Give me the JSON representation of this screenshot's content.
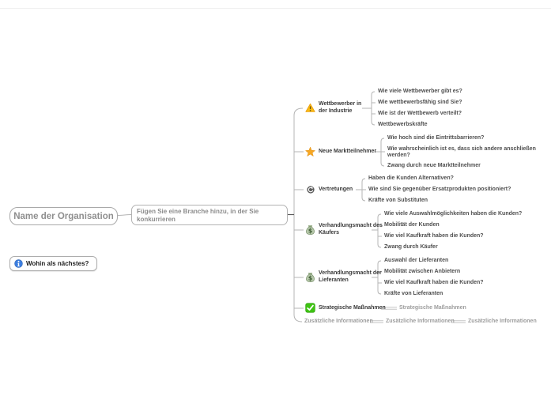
{
  "root_node": {
    "label": "Name der Organisation"
  },
  "industry_node": {
    "label": "Fügen Sie eine Branche hinzu, in der Sie konkurrieren"
  },
  "help": {
    "label": "Wohin als nächstes?",
    "icon": "info-icon"
  },
  "branches": [
    {
      "icon": "warning-icon",
      "label": "Wettbewerber in der Industrie",
      "children": [
        "Wie viele Wettbewerber gibt es?",
        "Wie wettbewerbsfähig sind Sie?",
        "Wie ist der Wettbewerb verteilt?",
        "Wettbewerbskräfte"
      ]
    },
    {
      "icon": "star-icon",
      "label": "Neue Marktteilnehmer",
      "children": [
        "Wie hoch sind die Eintrittsbarrieren?",
        "Wie wahrscheinlich ist es, dass sich andere anschließen werden?",
        "Zwang durch neue Marktteilnehmer"
      ]
    },
    {
      "icon": "substitutes-cycle-icon",
      "label": "Vertretungen",
      "children": [
        "Haben die Kunden Alternativen?",
        "Wie sind Sie gegenüber Ersatzprodukten positioniert?",
        "Kräfte von Substituten"
      ]
    },
    {
      "icon": "money-bag-icon",
      "label": "Verhandlungsmacht des Käufers",
      "children": [
        "Wie viele Auswahlmöglichkeiten haben die Kunden?",
        "Mobilität der Kunden",
        "Wie viel Kaufkraft haben die Kunden?",
        "Zwang durch Käufer"
      ]
    },
    {
      "icon": "money-bag-icon",
      "label": "Verhandlungsmacht der Lieferanten",
      "children": [
        "Auswahl der Lieferanten",
        "Mobilität zwischen Anbietern",
        "Wie viel Kaufkraft haben die Kunden?",
        "Kräfte von Lieferanten"
      ]
    },
    {
      "icon": "check-icon",
      "label": "Strategische Maßnahmen",
      "children": [
        "Strategische Maßnahmen"
      ]
    },
    {
      "icon": null,
      "label": "Zusätzliche Informationen",
      "children": [
        "Zusätzliche Informationen",
        "Zusätzliche Informationen"
      ]
    }
  ],
  "colors": {
    "connector": "#b4b4b4",
    "trunk_stub": "#5a5a5a",
    "node_border": "#b0b0b0",
    "muted_text": "#9d9d9d",
    "label_text": "#3a3a3a",
    "warning_yellow": "#fbbc12",
    "star_orange": "#f6a723",
    "bag_green": "#b7c9ab",
    "check_green": "#3ec313",
    "info_blue": "#3d7fe0"
  }
}
